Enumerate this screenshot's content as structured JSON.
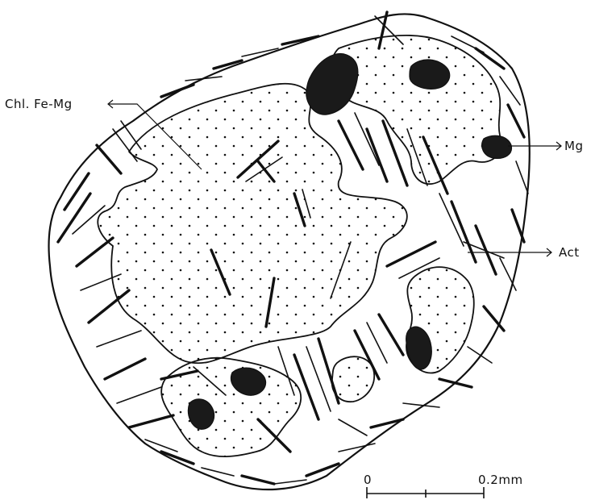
{
  "labels": {
    "chl": "Chl. Fe-Mg",
    "mg": "Mg",
    "act": "Act"
  },
  "scale_bar": {
    "start": "0",
    "end": "0.2mm"
  },
  "colors": {
    "ink": "#111111",
    "paper": "#ffffff"
  }
}
